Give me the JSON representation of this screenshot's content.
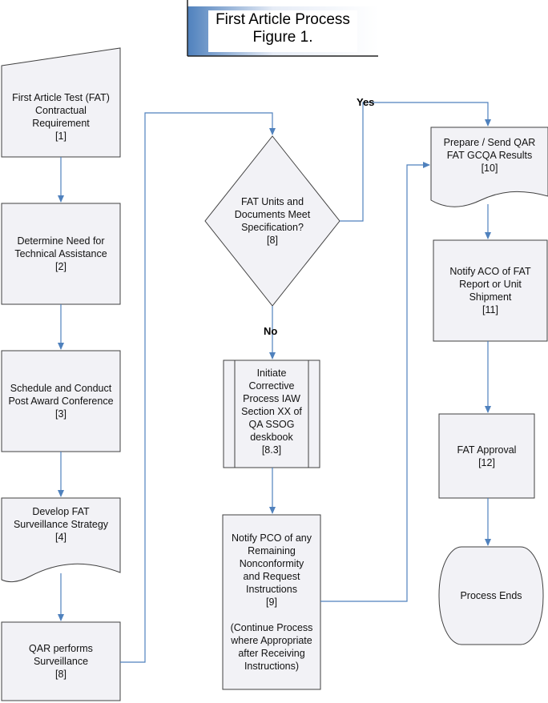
{
  "title": {
    "line1": "First Article Process",
    "line2": "Figure 1."
  },
  "edge_labels": {
    "yes": "Yes",
    "no": "No"
  },
  "colors": {
    "fill": "#f2f2f6",
    "stroke": "#404040",
    "connector": "#4f81bd",
    "title_accent": "#4f81bd"
  },
  "nodes": {
    "n1": {
      "lines": [
        "First Article Test (FAT)",
        "Contractual",
        "Requirement",
        "[1]"
      ]
    },
    "n2": {
      "lines": [
        "Determine Need for",
        "Technical Assistance",
        "[2]"
      ]
    },
    "n3": {
      "lines": [
        "Schedule and Conduct",
        "Post Award Conference",
        "[3]"
      ]
    },
    "n4": {
      "lines": [
        "Develop FAT",
        "Surveillance Strategy",
        "[4]"
      ]
    },
    "n5": {
      "lines": [
        "QAR performs",
        "Surveillance",
        "[8]"
      ]
    },
    "n6": {
      "lines": [
        "FAT Units  and",
        "Documents Meet",
        "Specification?",
        "[8]"
      ]
    },
    "n7": {
      "lines": [
        "Initiate",
        "Corrective",
        "Process IAW",
        "Section XX of",
        "QA SSOG",
        "deskbook",
        "[8.3]"
      ]
    },
    "n8": {
      "lines": [
        "Notify PCO of any",
        "Remaining",
        "Nonconformity",
        "and Request",
        "Instructions",
        "[9]",
        "",
        "(Continue Process",
        "where Appropriate",
        "after Receiving",
        "Instructions)"
      ]
    },
    "n9": {
      "lines": [
        "Prepare / Send QAR",
        "FAT GCQA Results",
        "[10]"
      ]
    },
    "n10": {
      "lines": [
        "Notify ACO of  FAT",
        "Report or Unit",
        "Shipment",
        "[11]"
      ]
    },
    "n11": {
      "lines": [
        "FAT Approval",
        "[12]"
      ]
    },
    "n12": {
      "lines": [
        "Process Ends"
      ]
    }
  }
}
